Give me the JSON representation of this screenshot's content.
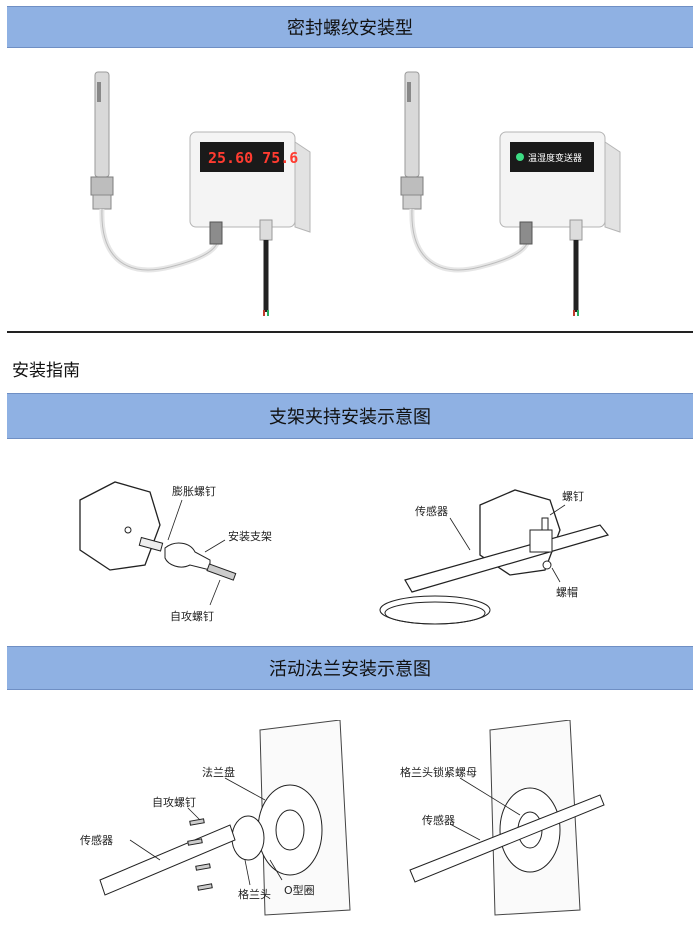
{
  "sections": {
    "sealed_thread": "密封螺纹安装型",
    "install_guide": "安装指南",
    "bracket": "支架夹持安装示意图",
    "flange": "活动法兰安装示意图"
  },
  "devices": {
    "led_display": "25.60 75.6",
    "lcd_display": "温湿度变送器"
  },
  "bracket_labels": {
    "expansion_screw": "膨胀螺钉",
    "mount_bracket": "安装支架",
    "self_tapping_screw": "自攻螺钉",
    "sensor": "传感器",
    "screw": "螺钉",
    "nut": "螺帽"
  },
  "flange_labels": {
    "flange_plate": "法兰盘",
    "self_tapping_screw": "自攻螺钉",
    "sensor": "传感器",
    "gland_head": "格兰头",
    "o_ring": "O型圈",
    "gland_lock_nut": "格兰头锁紧螺母",
    "sensor_right": "传感器"
  }
}
